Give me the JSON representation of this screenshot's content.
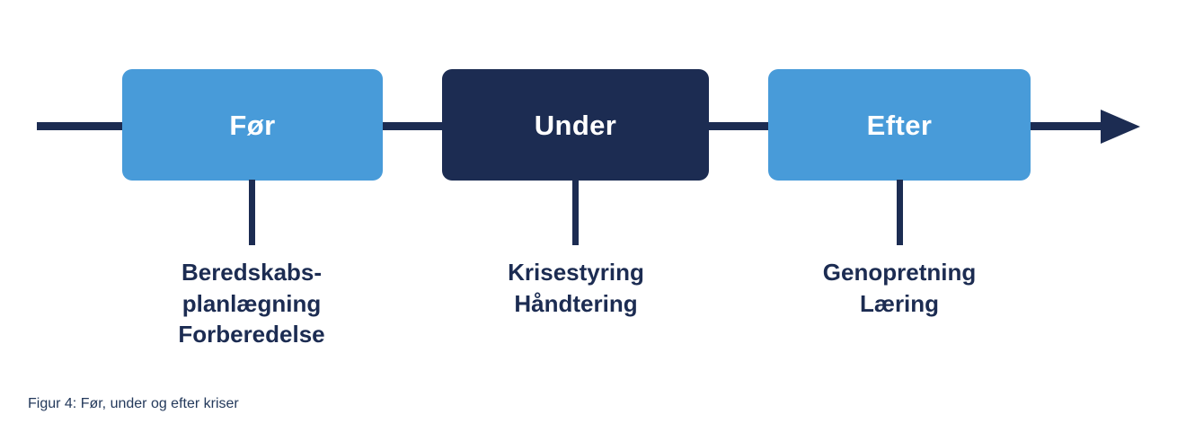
{
  "figure": {
    "caption": "Figur 4: Før, under og efter kriser",
    "colors": {
      "light_blue": "#489bd9",
      "navy": "#1c2c52",
      "text_on_box": "#ffffff",
      "background": "#ffffff"
    }
  },
  "timeline": {
    "arrow_direction": "left-to-right",
    "phases": [
      {
        "id": "foer",
        "box_label": "Før",
        "box_color": "#489bd9",
        "activities_text": "Beredskabs-\nplanlægning\nForberedelse",
        "activities": [
          "Beredskabs-",
          "planlægning",
          "Forberedelse"
        ]
      },
      {
        "id": "under",
        "box_label": "Under",
        "box_color": "#1c2c52",
        "activities_text": "Krisestyring\nHåndtering",
        "activities": [
          "Krisestyring",
          "Håndtering"
        ]
      },
      {
        "id": "efter",
        "box_label": "Efter",
        "box_color": "#489bd9",
        "activities_text": "Genopretning\nLæring",
        "activities": [
          "Genopretning",
          "Læring"
        ]
      }
    ]
  }
}
